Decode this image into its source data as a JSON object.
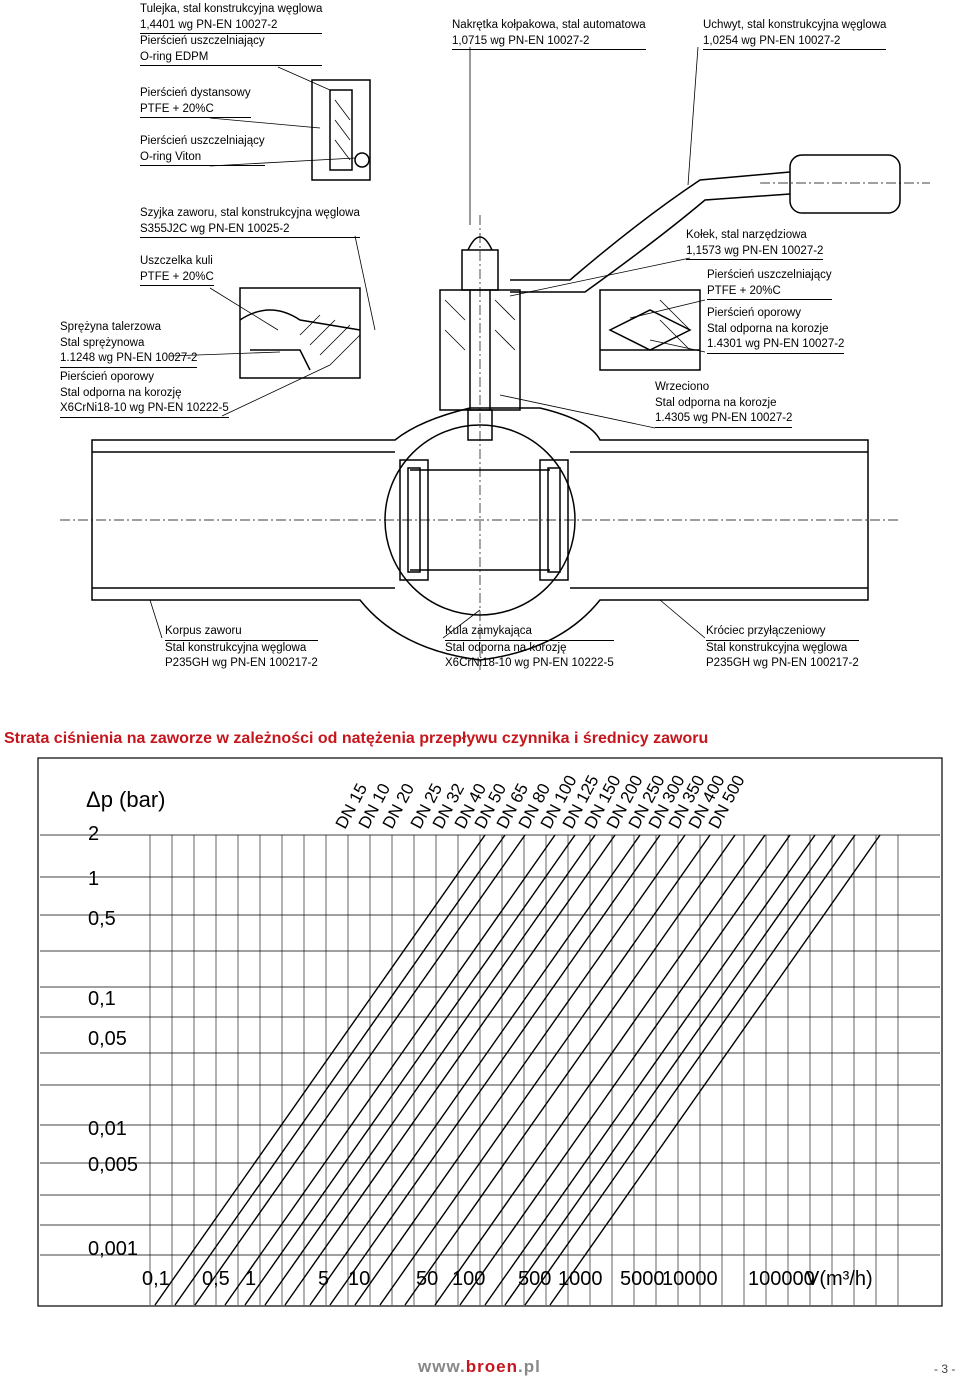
{
  "labels": {
    "tulejka": [
      "Tulejka, stal konstrukcyjna węglowa",
      "1,4401 wg PN-EN 10027-2",
      "Pierścień uszczelniający",
      "O-ring EDPM"
    ],
    "nakretka": [
      "Nakrętka kołpakowa, stal automatowa",
      "1,0715 wg PN-EN 10027-2"
    ],
    "uchwyt": [
      "Uchwyt, stal konstrukcyjna węglowa",
      "1,0254 wg PN-EN 10027-2"
    ],
    "dystansowy": [
      "Pierścień dystansowy",
      "PTFE + 20%C"
    ],
    "oring_viton": [
      "Pierścień uszczelniający",
      "O-ring Viton"
    ],
    "szyjka": [
      "Szyjka zaworu, stal konstrukcyjna węglowa",
      "S355J2C wg PN-EN 10025-2"
    ],
    "uszczelka": [
      "Uszczelka kuli",
      "PTFE + 20%C"
    ],
    "sprezyna": [
      "Sprężyna talerzowa",
      "Stal sprężynowa",
      "1.1248 wg PN-EN 10027-2"
    ],
    "oporowy_left": [
      "Pierścień oporowy",
      "Stal odporna na korozję",
      "X6CrNi18-10 wg PN-EN 10222-5"
    ],
    "kolek": [
      "Kołek, stal narzędziowa",
      "1,1573 wg PN-EN 10027-2"
    ],
    "uszcz_right": [
      "Pierścień uszczelniający",
      "PTFE + 20%C"
    ],
    "oporowy_right": [
      "Pierścień oporowy",
      "Stal odporna na korozje",
      "1.4301 wg PN-EN 10027-2"
    ],
    "wrzeciono": [
      "Wrzeciono",
      "Stal odporna na korozje",
      "1.4305 wg PN-EN 10027-2"
    ],
    "korpus": [
      "Korpus zaworu",
      "Stal konstrukcyjna węglowa",
      "P235GH wg PN-EN 100217-2"
    ],
    "kula": [
      "Kula zamykająca",
      "Stal odporna na korozję",
      "X6CrNi18-10 wg PN-EN 10222-5"
    ],
    "krociec": [
      "Króciec przyłączeniowy",
      "Stal konstrukcyjna węglowa",
      "P235GH wg PN-EN 100217-2"
    ]
  },
  "section_title": "Strata ciśnienia na zaworze w zależności od natężenia przepływu czynnika i średnicy zaworu",
  "chart_data": {
    "type": "line",
    "title": "",
    "y_axis_label": "Δp (bar)",
    "y_ticks": [
      "2",
      "1",
      "0,5",
      "0,1",
      "0,05",
      "0,01",
      "0,005",
      "0,001"
    ],
    "x_axis_label": "V(m³/h)",
    "x_ticks": [
      "0,1",
      "0,5",
      "1",
      "5",
      "10",
      "50",
      "100",
      "500",
      "1000",
      "5000",
      "10000",
      "100000"
    ],
    "x_scale": "log",
    "y_scale": "log",
    "grid": true,
    "series_labels": [
      "DN 15",
      "DN 10",
      "DN 20",
      "DN 25",
      "DN 32",
      "DN 40",
      "DN 50",
      "DN 65",
      "DN 80",
      "DN 100",
      "DN 125",
      "DN 150",
      "DN 200",
      "DN 250",
      "DN 300",
      "DN 350",
      "DN 400",
      "DN 500"
    ],
    "colors": {
      "lines": "#000000",
      "accent": "#c4161c"
    }
  },
  "footer": {
    "url_prefix": "www.",
    "url_brand": "broen",
    "url_suffix": ".pl",
    "page": "- 3 -"
  }
}
